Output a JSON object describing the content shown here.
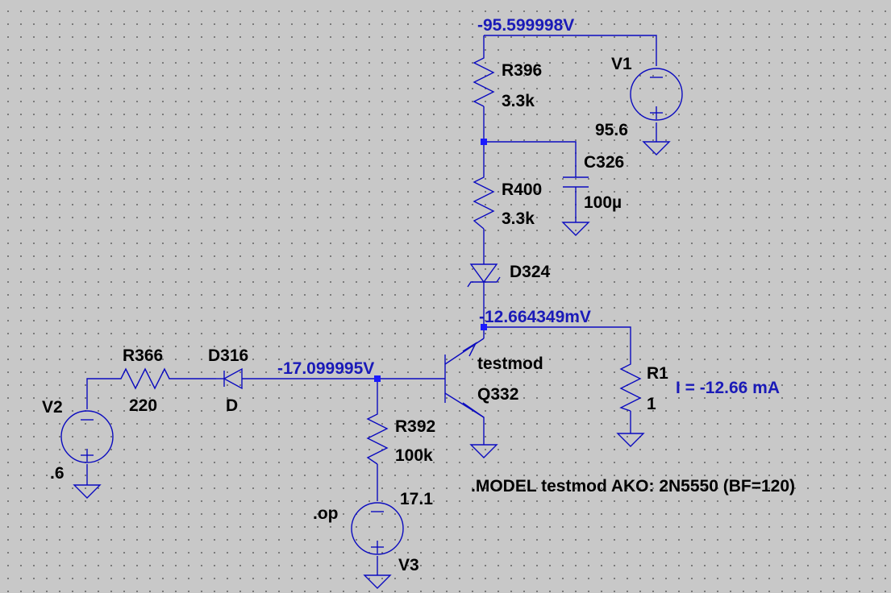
{
  "schematic": {
    "node_voltages": {
      "supply": "-95.599998V",
      "collector": "-12.664349mV",
      "base": "-17.099995V"
    },
    "probe_current": "I = -12.66 mA",
    "directive": ".MODEL testmod AKO: 2N5550 (BF=120)",
    "components": {
      "V1": {
        "name": "V1",
        "value": "95.6"
      },
      "R396": {
        "name": "R396",
        "value": "3.3k"
      },
      "R400": {
        "name": "R400",
        "value": "3.3k"
      },
      "C326": {
        "name": "C326",
        "value": "100µ"
      },
      "D324": {
        "name": "D324"
      },
      "R1": {
        "name": "R1",
        "value": "1"
      },
      "Q332": {
        "name": "Q332",
        "model": "testmod"
      },
      "R366": {
        "name": "R366",
        "value": "220"
      },
      "D316": {
        "name": "D316",
        "model": "D"
      },
      "V2": {
        "name": "V2",
        "value": ".6"
      },
      "R392": {
        "name": "R392",
        "value": "100k"
      },
      "V3": {
        "name": "V3",
        "value": "17.1"
      },
      "op": {
        "label": ".op"
      }
    }
  },
  "colors": {
    "background": "#c8c8c8",
    "wire": "#0b0bbf",
    "node_voltage": "#1a1ab8",
    "label": "#000000"
  }
}
